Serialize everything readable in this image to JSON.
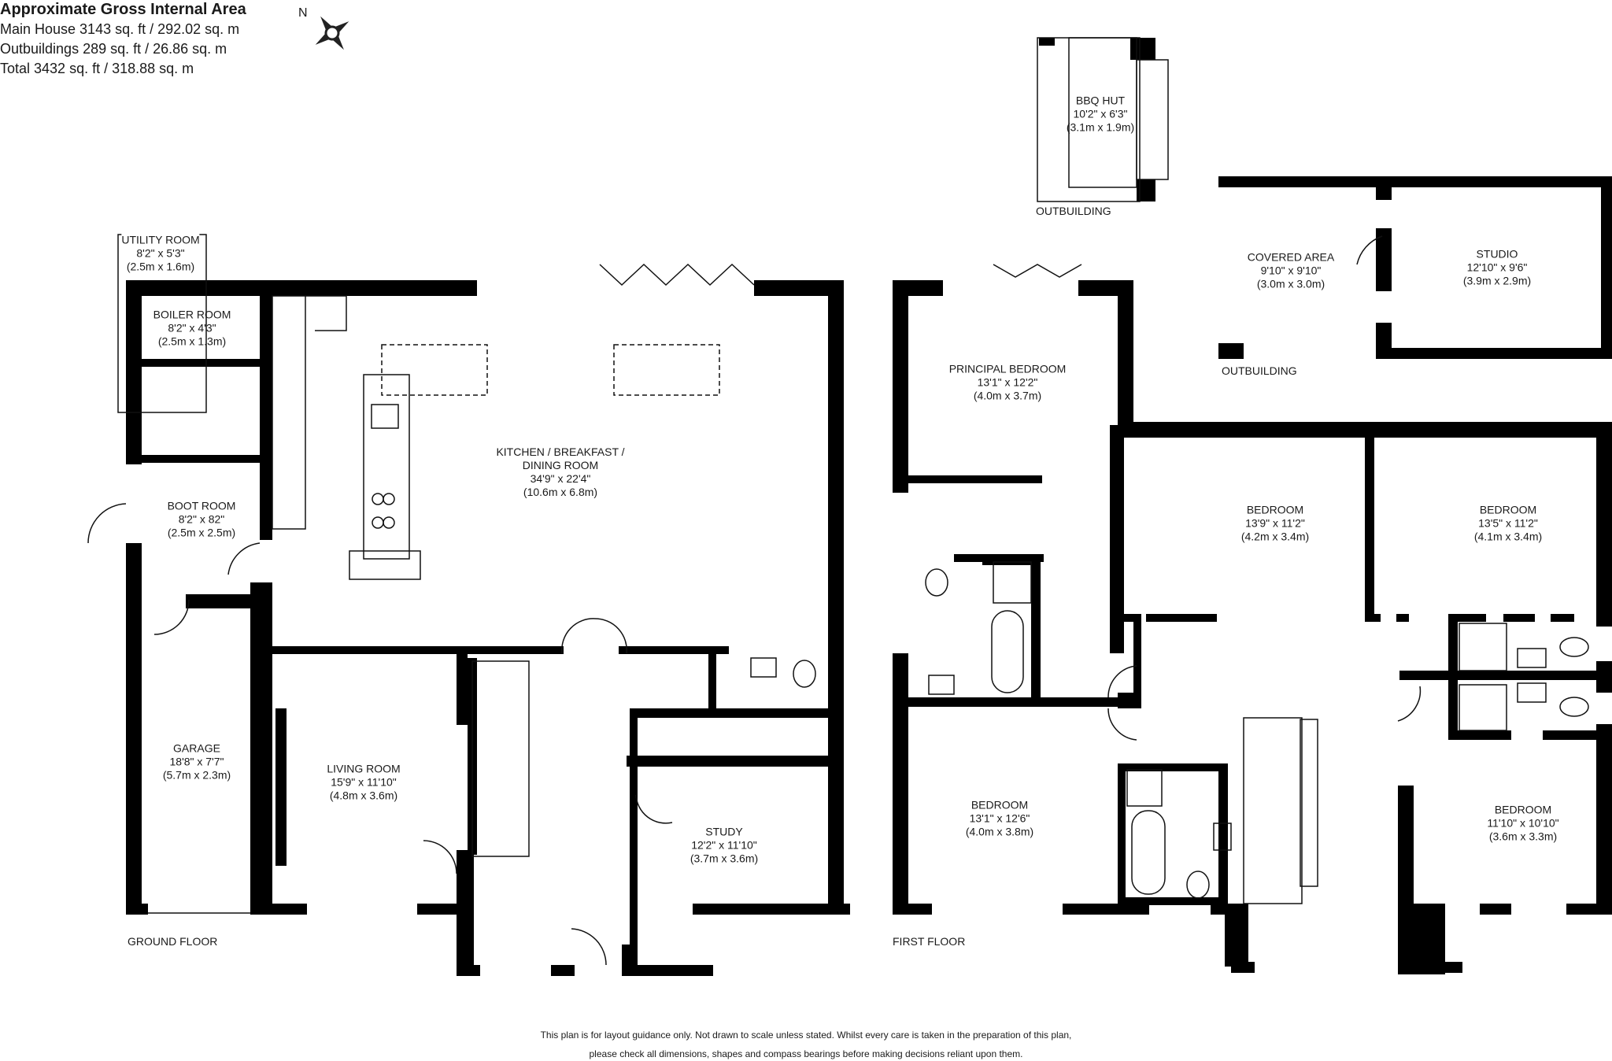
{
  "header": {
    "title": "Approximate Gross Internal Area",
    "main_house": "Main House 3143 sq. ft / 292.02 sq. m",
    "outbuildings": "Outbuildings 289 sq. ft / 26.86 sq. m",
    "total": "Total 3432 sq. ft / 318.88 sq. m"
  },
  "compass": {
    "label": "N",
    "icon": "compass-icon"
  },
  "rooms": {
    "utility": {
      "name": "UTILITY ROOM",
      "imperial": "8'2\" x 5'3\"",
      "metric": "(2.5m x 1.6m)"
    },
    "boiler": {
      "name": "BOILER ROOM",
      "imperial": "8'2\" x 4'3\"",
      "metric": "(2.5m x 1.3m)"
    },
    "boot": {
      "name": "BOOT ROOM",
      "imperial": "8'2\" x 82\"",
      "metric": "(2.5m x 2.5m)"
    },
    "kitchen": {
      "name1": "KITCHEN / BREAKFAST /",
      "name2": "DINING ROOM",
      "imperial": "34'9\" x 22'4\"",
      "metric": "(10.6m x 6.8m)"
    },
    "garage": {
      "name": "GARAGE",
      "imperial": "18'8\" x 7'7\"",
      "metric": "(5.7m x 2.3m)"
    },
    "living": {
      "name": "LIVING ROOM",
      "imperial": "15'9\" x 11'10\"",
      "metric": "(4.8m x 3.6m)"
    },
    "study": {
      "name": "STUDY",
      "imperial": "12'2\" x 11'10\"",
      "metric": "(3.7m x 3.6m)"
    },
    "bbq": {
      "name": "BBQ HUT",
      "imperial": "10'2\" x 6'3\"",
      "metric": "(3.1m x 1.9m)"
    },
    "covered": {
      "name": "COVERED AREA",
      "imperial": "9'10\" x 9'10\"",
      "metric": "(3.0m x 3.0m)"
    },
    "studio": {
      "name": "STUDIO",
      "imperial": "12'10\" x 9'6\"",
      "metric": "(3.9m x 2.9m)"
    },
    "principal": {
      "name": "PRINCIPAL BEDROOM",
      "imperial": "13'1\" x 12'2\"",
      "metric": "(4.0m x 3.7m)"
    },
    "bed2": {
      "name": "BEDROOM",
      "imperial": "13'9\" x 11'2\"",
      "metric": "(4.2m x 3.4m)"
    },
    "bed3": {
      "name": "BEDROOM",
      "imperial": "13'5\" x 11'2\"",
      "metric": "(4.1m x 3.4m)"
    },
    "bed4": {
      "name": "BEDROOM",
      "imperial": "13'1\" x 12'6\"",
      "metric": "(4.0m x 3.8m)"
    },
    "bed5": {
      "name": "BEDROOM",
      "imperial": "11'10\" x 10'10\"",
      "metric": "(3.6m x 3.3m)"
    }
  },
  "floor_labels": {
    "ground": "GROUND FLOOR",
    "first": "FIRST FLOOR",
    "outbuilding_bbq": "OUTBUILDING",
    "outbuilding_studio": "OUTBUILDING"
  },
  "footer": {
    "line1": "This plan is for layout guidance only.  Not drawn to scale unless stated. Whilst every care is taken in the preparation of this plan,",
    "line2": "please check all dimensions, shapes and compass bearings before making decisions reliant upon them."
  }
}
